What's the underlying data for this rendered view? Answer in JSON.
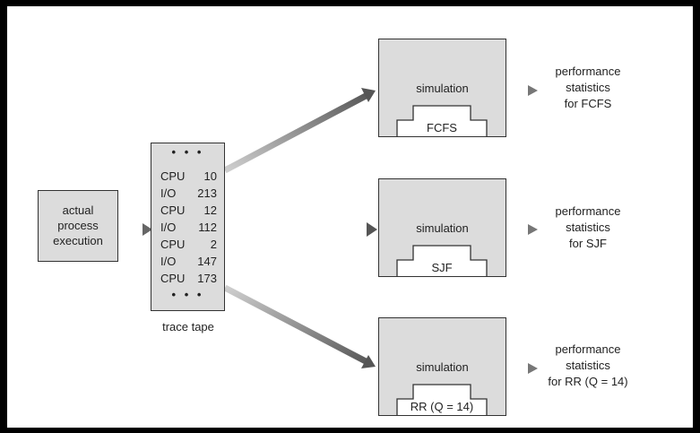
{
  "source": {
    "lines": [
      "actual",
      "process",
      "execution"
    ]
  },
  "trace": {
    "dots": "• • •",
    "rows": [
      {
        "k": "CPU",
        "v": "10"
      },
      {
        "k": "I/O",
        "v": "213"
      },
      {
        "k": "CPU",
        "v": "12"
      },
      {
        "k": "I/O",
        "v": "112"
      },
      {
        "k": "CPU",
        "v": "2"
      },
      {
        "k": "I/O",
        "v": "147"
      },
      {
        "k": "CPU",
        "v": "173"
      }
    ],
    "caption": "trace tape"
  },
  "simulations": [
    {
      "label": "simulation",
      "algorithm": "FCFS",
      "stats": [
        "performance",
        "statistics",
        "for FCFS"
      ]
    },
    {
      "label": "simulation",
      "algorithm": "SJF",
      "stats": [
        "performance",
        "statistics",
        "for SJF"
      ]
    },
    {
      "label": "simulation",
      "algorithm": "RR (Q = 14)",
      "stats": [
        "performance",
        "statistics",
        "for RR (Q = 14)"
      ]
    }
  ]
}
